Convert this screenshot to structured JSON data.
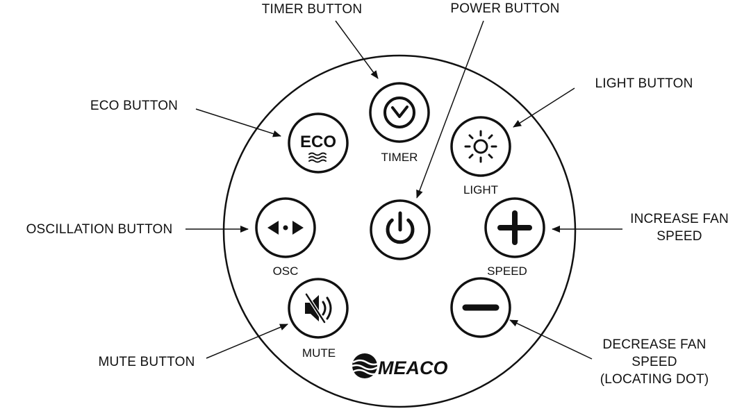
{
  "callouts": {
    "timer": "TIMER BUTTON",
    "power": "POWER BUTTON",
    "light": "LIGHT BUTTON",
    "eco": "ECO BUTTON",
    "oscillation": "OSCILLATION BUTTON",
    "increase_line1": "INCREASE FAN",
    "increase_line2": "SPEED",
    "mute": "MUTE BUTTON",
    "decrease_line1": "DECREASE FAN",
    "decrease_line2": "SPEED",
    "decrease_line3": "(LOCATING DOT)"
  },
  "buttons": {
    "eco_text": "ECO",
    "timer": "TIMER",
    "light": "LIGHT",
    "osc": "OSC",
    "speed": "SPEED",
    "mute": "MUTE"
  },
  "brand": "MEACO",
  "colors": {
    "ink": "#111111",
    "background": "#ffffff"
  },
  "icons": [
    "clock-icon",
    "power-icon",
    "sun-icon",
    "oscillate-arrows-icon",
    "plus-icon",
    "minus-icon",
    "mute-speaker-icon",
    "eco-waves-icon",
    "meaco-logo-icon"
  ]
}
